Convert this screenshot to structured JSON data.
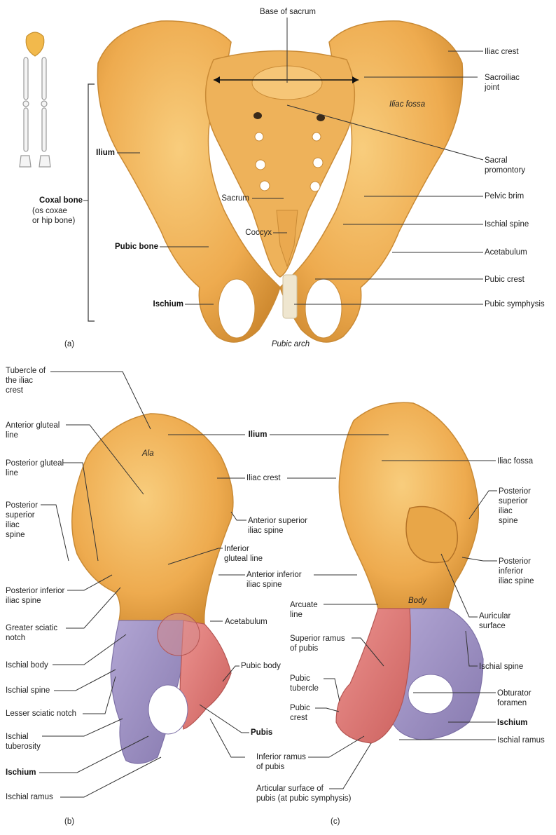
{
  "panel_letters": {
    "a": "(a)",
    "b": "(b)",
    "c": "(c)"
  },
  "colors": {
    "bone": "#f2b559",
    "bone_shade": "#d99335",
    "bone_dark": "#b87528",
    "ischium": "#9c8fc2",
    "ischium_shade": "#7f72a8",
    "pubis": "#e07a76",
    "pubis_shade": "#c45a58",
    "cartilage": "#efe6cf",
    "line": "#333333"
  },
  "labels_a": {
    "base_of_sacrum": "Base of sacrum",
    "iliac_crest": "Iliac crest",
    "sacroiliac_joint": "Sacroiliac\njoint",
    "iliac_fossa": "Iliac fossa",
    "ilium": "Ilium",
    "sacral_promontory": "Sacral\npromontory",
    "coxal_bone": "Coxal bone",
    "coxal_bone_sub": "(os coxae\nor hip bone)",
    "sacrum": "Sacrum",
    "pelvic_brim": "Pelvic brim",
    "ischial_spine": "Ischial spine",
    "coccyx": "Coccyx",
    "pubic_bone": "Pubic bone",
    "acetabulum": "Acetabulum",
    "pubic_crest": "Pubic crest",
    "ischium": "Ischium",
    "pubic_symphysis": "Pubic symphysis",
    "pubic_arch": "Pubic arch"
  },
  "labels_b": {
    "tubercle_iliac_crest": "Tubercle of\nthe iliac\ncrest",
    "anterior_gluteal_line": "Anterior gluteal\nline",
    "ala": "Ala",
    "posterior_gluteal_line": "Posterior gluteal\nline",
    "posterior_superior_iliac_spine": "Posterior\nsuperior\niliac\nspine",
    "anterior_superior_iliac_spine": "Anterior superior\niliac spine",
    "inferior_gluteal_line": "Inferior\ngluteal line",
    "posterior_inferior_iliac_spine": "Posterior inferior\niliac spine",
    "greater_sciatic_notch": "Greater sciatic\nnotch",
    "acetabulum": "Acetabulum",
    "ischial_body": "Ischial body",
    "pubic_body": "Pubic body",
    "ischial_spine": "Ischial spine",
    "lesser_sciatic_notch": "Lesser sciatic notch",
    "ischial_tuberosity": "Ischial\ntuberosity",
    "pubis": "Pubis",
    "ischium": "Ischium",
    "ischial_ramus": "Ischial ramus"
  },
  "labels_center": {
    "ilium": "Ilium",
    "iliac_crest": "Iliac crest",
    "anterior_inferior_iliac_spine": "Anterior inferior\niliac spine",
    "inferior_ramus_pubis": "Inferior ramus\nof pubis",
    "articular_surface_pubis": "Articular surface of\npubis (at pubic symphysis)"
  },
  "labels_c": {
    "iliac_fossa": "Iliac fossa",
    "posterior_superior_iliac_spine": "Posterior\nsuperior\niliac\nspine",
    "posterior_inferior_iliac_spine": "Posterior\ninferior\niliac spine",
    "body": "Body",
    "arcuate_line": "Arcuate\nline",
    "auricular_surface": "Auricular\nsurface",
    "superior_ramus_pubis": "Superior ramus\nof pubis",
    "ischial_spine": "Ischial spine",
    "pubic_tubercle": "Pubic\ntubercle",
    "obturator_foramen": "Obturator\nforamen",
    "pubic_crest": "Pubic\ncrest",
    "ischium": "Ischium",
    "ischial_ramus": "Ischial ramus"
  }
}
